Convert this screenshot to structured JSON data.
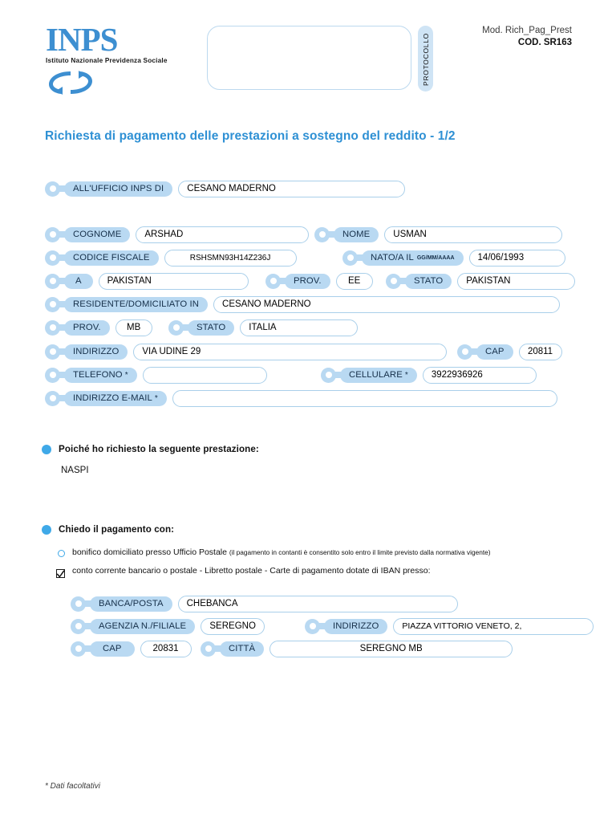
{
  "header": {
    "logo_title": "INPS",
    "logo_subtitle": "Istituto Nazionale Previdenza Sociale",
    "protocollo_label": "PROTOCOLLO",
    "protocollo_value": "",
    "mod_line": "Mod. Rich_Pag_Prest",
    "cod_line": "COD. SR163"
  },
  "title": "Richiesta di pagamento delle prestazioni a sostegno del reddito - 1/2",
  "office": {
    "label": "ALL'UFFICIO INPS DI",
    "value": "CESANO MADERNO"
  },
  "person": {
    "cognome_label": "COGNOME",
    "cognome_value": "ARSHAD",
    "nome_label": "NOME",
    "nome_value": "USMAN",
    "codice_fiscale_label": "CODICE FISCALE",
    "codice_fiscale_value": "RSHSMN93H14Z236J",
    "nato_label": "NATO/A IL",
    "nato_format": "GG/MM/AAAA",
    "nato_value": "14/06/1993",
    "a_label": "A",
    "a_value": "PAKISTAN",
    "nascita_prov_label": "PROV.",
    "nascita_prov_value": "EE",
    "nascita_stato_label": "STATO",
    "nascita_stato_value": "PAKISTAN",
    "residente_label": "RESIDENTE/DOMICILIATO IN",
    "residente_value": "CESANO MADERNO",
    "res_prov_label": "PROV.",
    "res_prov_value": "MB",
    "res_stato_label": "STATO",
    "res_stato_value": "ITALIA",
    "indirizzo_label": "INDIRIZZO",
    "indirizzo_value": "VIA UDINE 29",
    "cap_label": "CAP",
    "cap_value": "20811",
    "telefono_label": "TELEFONO",
    "telefono_value": "",
    "cellulare_label": "CELLULARE",
    "cellulare_value": "3922936926",
    "email_label": "INDIRIZZO E-MAIL",
    "email_value": "",
    "optional_marker": "*"
  },
  "prestazione": {
    "heading": "Poiché ho richiesto la seguente prestazione:",
    "value": "NASPI"
  },
  "pagamento": {
    "heading": "Chiedo il pagamento con:",
    "option_postale": "bonifico domiciliato presso Ufficio Postale",
    "option_postale_note": "(il pagamento in contanti è consentito solo entro il limite previsto dalla normativa vigente)",
    "option_postale_selected": false,
    "option_conto": "conto corrente bancario o postale - Libretto postale - Carte di pagamento dotate di IBAN presso:",
    "option_conto_selected": true,
    "banca_label": "BANCA/POSTA",
    "banca_value": "CHEBANCA",
    "agenzia_label": "AGENZIA N./FILIALE",
    "agenzia_value": "SEREGNO",
    "banca_indirizzo_label": "INDIRIZZO",
    "banca_indirizzo_value": "PIAZZA VITTORIO VENETO, 2,",
    "banca_cap_label": "CAP",
    "banca_cap_value": "20831",
    "citta_label": "CITTÀ",
    "citta_value": "SEREGNO MB"
  },
  "footnote": "* Dati facoltativi",
  "colors": {
    "brand_blue": "#2e90d4",
    "pill_blue": "#b9d9f2",
    "border_blue": "#a9cfea",
    "dot_blue": "#3fa9e8"
  }
}
